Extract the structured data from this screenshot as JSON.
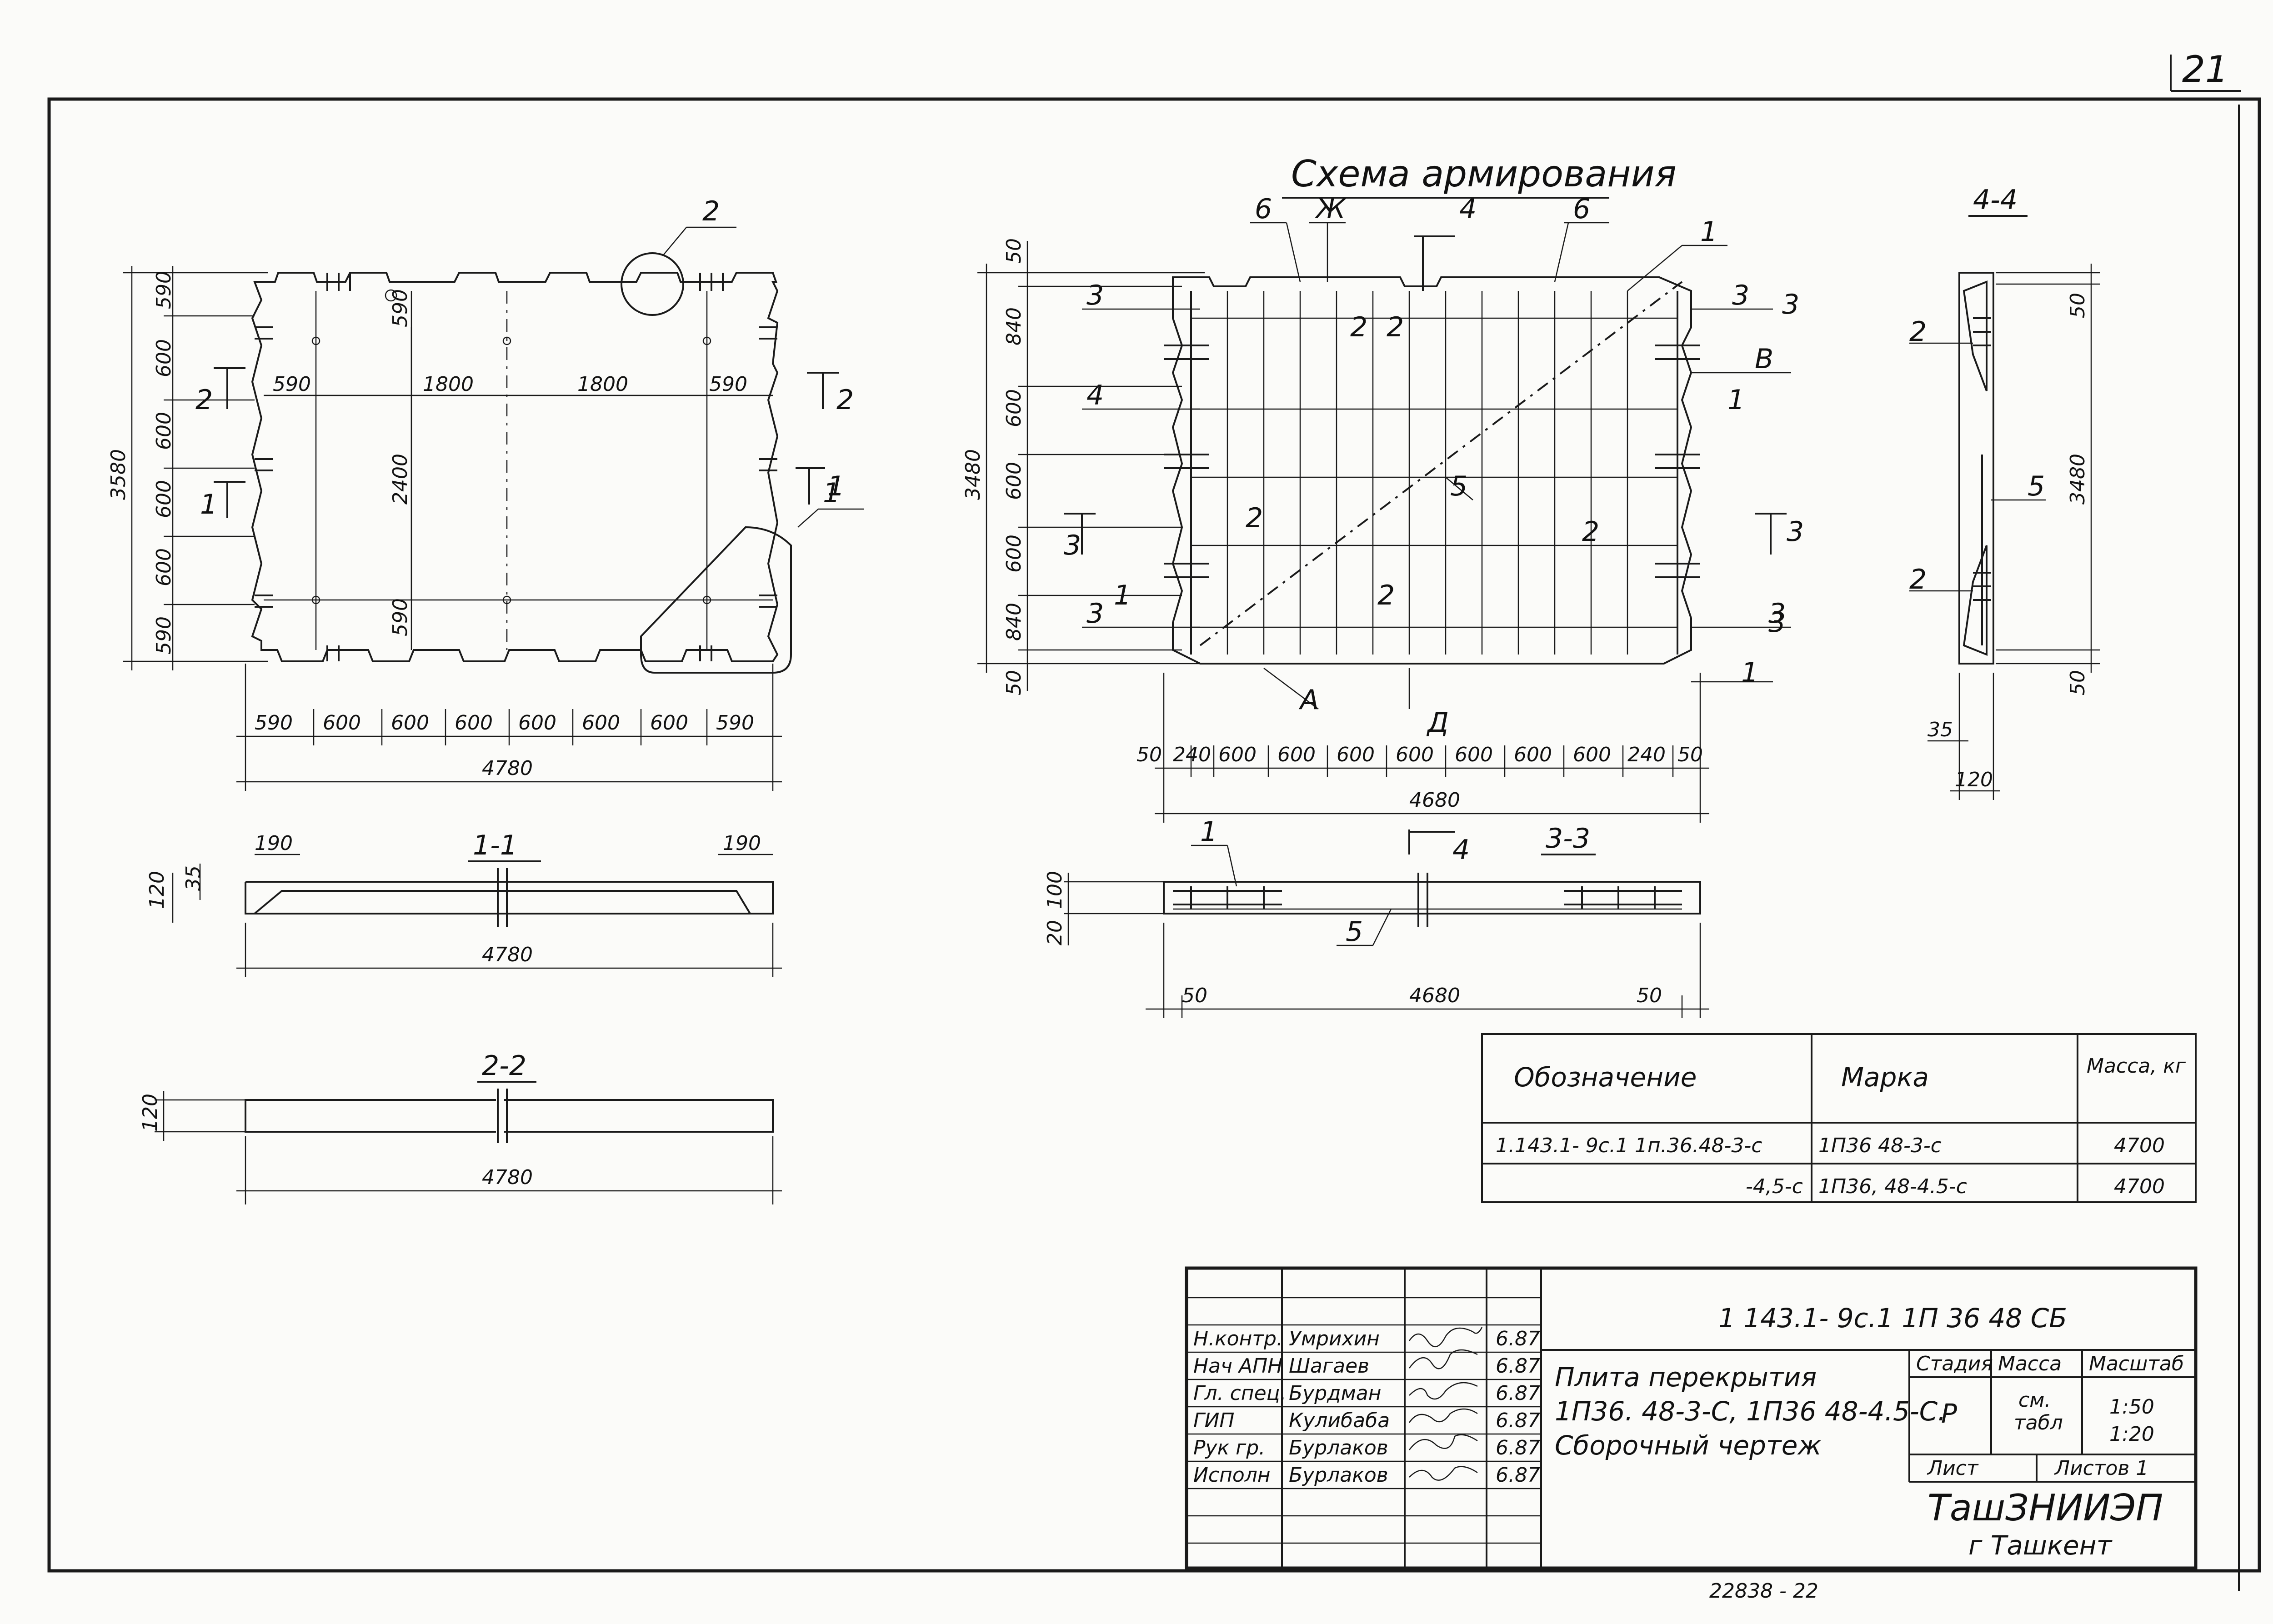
{
  "page": {
    "number": "21",
    "footer_code": "22838 - 22"
  },
  "reinforcement_title": "Схема армирования",
  "section_labels": {
    "s11": "1-1",
    "s22": "2-2",
    "s33": "3-3",
    "s44": "4-4"
  },
  "plan": {
    "overall_width": "4780",
    "overall_height": "3580",
    "inner_span": "2400",
    "bottom_dims": [
      "590",
      "600",
      "600",
      "600",
      "600",
      "600",
      "600",
      "590"
    ],
    "left_dims": [
      "590",
      "600",
      "600",
      "600",
      "600",
      "590"
    ],
    "mid_dims": [
      "590",
      "1800",
      "1800",
      "590"
    ],
    "corner_dims": [
      "590",
      "590"
    ],
    "callouts": [
      "1",
      "2"
    ],
    "section_marks": [
      "1",
      "2",
      "1",
      "2"
    ]
  },
  "section_11": {
    "left": "190",
    "right": "190",
    "h1": "120",
    "h2": "35",
    "length": "4780"
  },
  "section_22": {
    "h": "120",
    "length": "4780"
  },
  "reinforcement": {
    "bottom_dims": [
      "50",
      "240",
      "600",
      "600",
      "600",
      "600",
      "600",
      "600",
      "600",
      "240",
      "50"
    ],
    "overall_width": "4680",
    "left_dims": [
      "50",
      "840",
      "600",
      "600",
      "600",
      "840",
      "50"
    ],
    "overall_height": "3480",
    "marks": [
      "6",
      "Ж",
      "4",
      "6",
      "1",
      "3",
      "3",
      "4",
      "В",
      "1",
      "2",
      "2",
      "5",
      "2",
      "2",
      "3",
      "3",
      "1",
      "2",
      "3",
      "А",
      "Д",
      "1",
      "3"
    ],
    "section_marks": [
      "4",
      "3",
      "3"
    ]
  },
  "section_33": {
    "h1": "100",
    "h2": "20",
    "left": "50",
    "length": "4680",
    "right": "50",
    "marks": [
      "1",
      "5",
      "4"
    ]
  },
  "section_44": {
    "top": "50",
    "height": "3480",
    "bottom": "50",
    "width": "120",
    "cover": "35",
    "marks": [
      "2",
      "5",
      "2"
    ]
  },
  "spec_table": {
    "headers": [
      "Обозначение",
      "Марка",
      "Масса, кг"
    ],
    "rows": [
      {
        "designation": "1.143.1- 9с.1 1п.36.48-3-с",
        "mark": "1П36 48-3-с",
        "mass": "4700"
      },
      {
        "designation": "-4,5-с",
        "mark": "1П36, 48-4.5-с",
        "mass": "4700"
      }
    ]
  },
  "title_block": {
    "doc_code": "1 143.1- 9с.1 1П 36 48 СБ",
    "people": [
      {
        "role": "Н.контр.",
        "name": "Умрихин",
        "date": "6.87"
      },
      {
        "role": "Нач АПН",
        "name": "Шагаев",
        "date": "6.87"
      },
      {
        "role": "Гл. спец.",
        "name": "Бурдман",
        "date": "6.87"
      },
      {
        "role": "ГИП",
        "name": "Кулибаба",
        "date": "6.87"
      },
      {
        "role": "Рук гр.",
        "name": "Бурлаков",
        "date": "6.87"
      },
      {
        "role": "Исполн",
        "name": "Бурлаков",
        "date": "6.87"
      }
    ],
    "title_lines": [
      "Плита перекрытия",
      "1П36. 48-3-С, 1П36 48-4.5-С.",
      "Сборочный чертеж"
    ],
    "stage_header": "Стадия",
    "mass_header": "Масса",
    "scale_header": "Масштаб",
    "stage": "Р",
    "mass_line1": "см.",
    "mass_line2": "табл",
    "scale1": "1:50",
    "scale2": "1:20",
    "sheet_label": "Лист",
    "sheets_label": "Листов 1",
    "org1": "ТашЗНИИЭП",
    "org2": "г Ташкент"
  }
}
